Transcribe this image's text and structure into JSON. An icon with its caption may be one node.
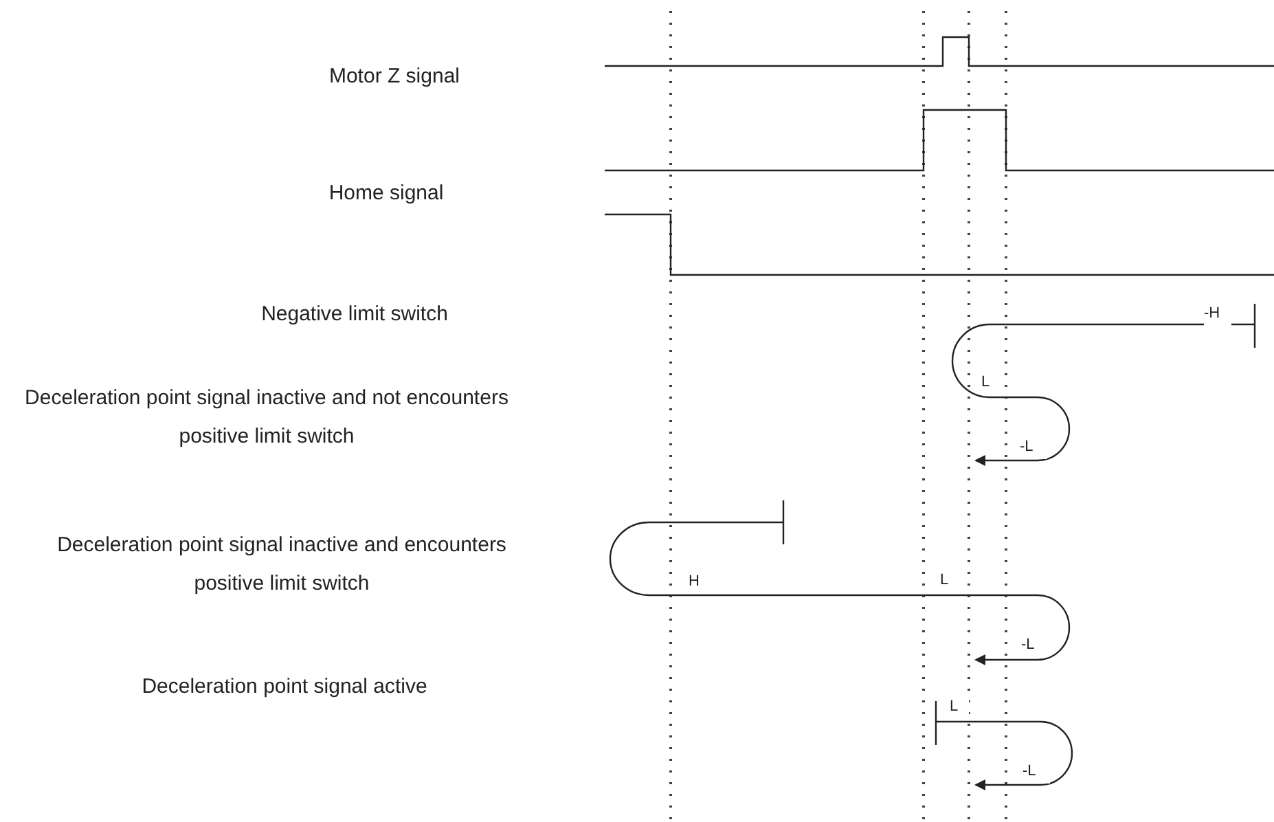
{
  "diagram": {
    "labels": [
      "Motor Z signal",
      "Home signal",
      "Negative limit switch",
      "Deceleration point signal inactive and not encounters positive limit switch",
      "Deceleration point signal inactive and encounters positive limit switch",
      "Deceleration point signal active",
      "-H",
      "L",
      "-L",
      "H",
      "L",
      "-L",
      "L",
      "-L"
    ]
  }
}
